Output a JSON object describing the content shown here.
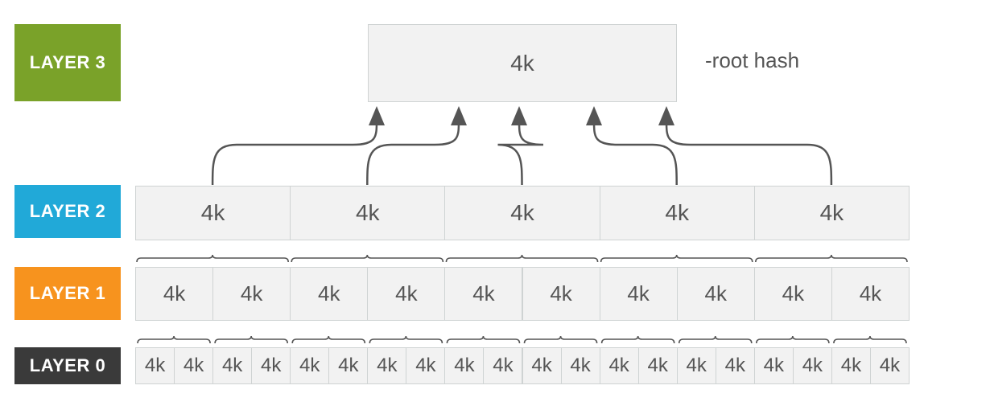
{
  "layers": [
    {
      "label": "LAYER 3",
      "color": "#7aa229"
    },
    {
      "label": "LAYER 2",
      "color": "#21a9d8"
    },
    {
      "label": "LAYER 1",
      "color": "#f7931e"
    },
    {
      "label": "LAYER 0",
      "color": "#3a3a3a"
    }
  ],
  "root": {
    "size": "4k",
    "note": "-root hash"
  },
  "layer2_blocks": [
    "4k",
    "4k",
    "4k",
    "4k",
    "4k"
  ],
  "layer1_blocks": [
    "4k",
    "4k",
    "4k",
    "4k",
    "4k",
    "4k",
    "4k",
    "4k",
    "4k",
    "4k"
  ],
  "layer0_blocks": [
    "4k",
    "4k",
    "4k",
    "4k",
    "4k",
    "4k",
    "4k",
    "4k",
    "4k",
    "4k",
    "4k",
    "4k",
    "4k",
    "4k",
    "4k",
    "4k",
    "4k",
    "4k",
    "4k",
    "4k"
  ],
  "colors": {
    "block_fill": "#f2f2f2",
    "block_border": "#cfd3d3",
    "arrow": "#555555"
  }
}
